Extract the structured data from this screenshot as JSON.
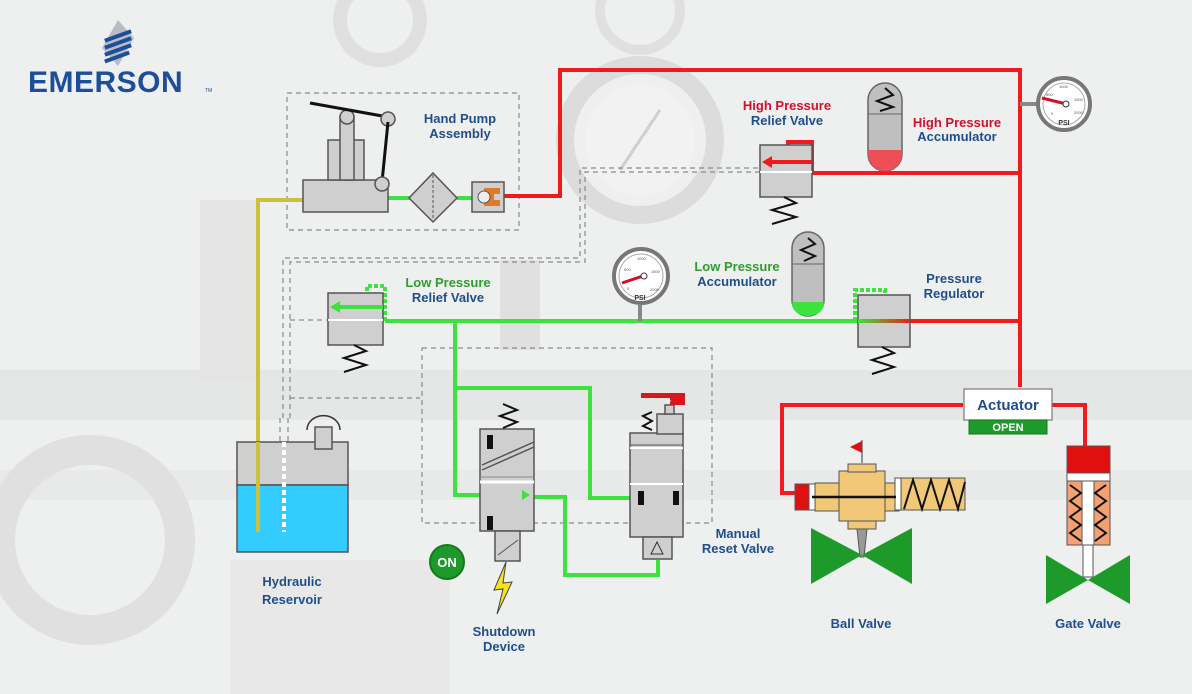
{
  "brand": {
    "name": "EMERSON",
    "trademark": "TM",
    "color": "#1d4e9a"
  },
  "colors": {
    "high_pressure": "#ee1c1c",
    "low_pressure": "#3ee23e",
    "supply_line": "#c9c23d",
    "reservoir_fluid": "#33ccff",
    "valve_body": "#1e9a2a",
    "label_blue": "#1f4e8c",
    "label_red": "#d2102a",
    "label_green": "#2f9e2f"
  },
  "components": {
    "hand_pump": {
      "line1": "Hand Pump",
      "line2": "Assembly"
    },
    "hp_relief": {
      "line1": "High Pressure",
      "line2": "Relief Valve"
    },
    "hp_accumulator": {
      "line1": "High Pressure",
      "line2": "Accumulator"
    },
    "lp_relief": {
      "line1": "Low Pressure",
      "line2": "Relief Valve"
    },
    "lp_accumulator": {
      "line1": "Low Pressure",
      "line2": "Accumulator"
    },
    "pressure_regulator": {
      "line1": "Pressure",
      "line2": "Regulator"
    },
    "reservoir": {
      "line1": "Hydraulic",
      "line2": "Reservoir"
    },
    "shutdown": {
      "line1": "Shutdown",
      "line2": "Device",
      "status": "ON"
    },
    "manual_reset": {
      "line1": "Manual",
      "line2": "Reset Valve"
    },
    "actuator": {
      "label": "Actuator",
      "status": "OPEN"
    },
    "ball_valve": {
      "label": "Ball Valve"
    },
    "gate_valve": {
      "label": "Gate Valve"
    }
  },
  "gauges": {
    "high": {
      "unit": "PSI",
      "ticks": [
        "0",
        "500",
        "1000",
        "1500",
        "2000"
      ]
    },
    "low": {
      "unit": "PSI",
      "ticks": [
        "0",
        "500",
        "1000",
        "1500",
        "2000"
      ]
    }
  }
}
